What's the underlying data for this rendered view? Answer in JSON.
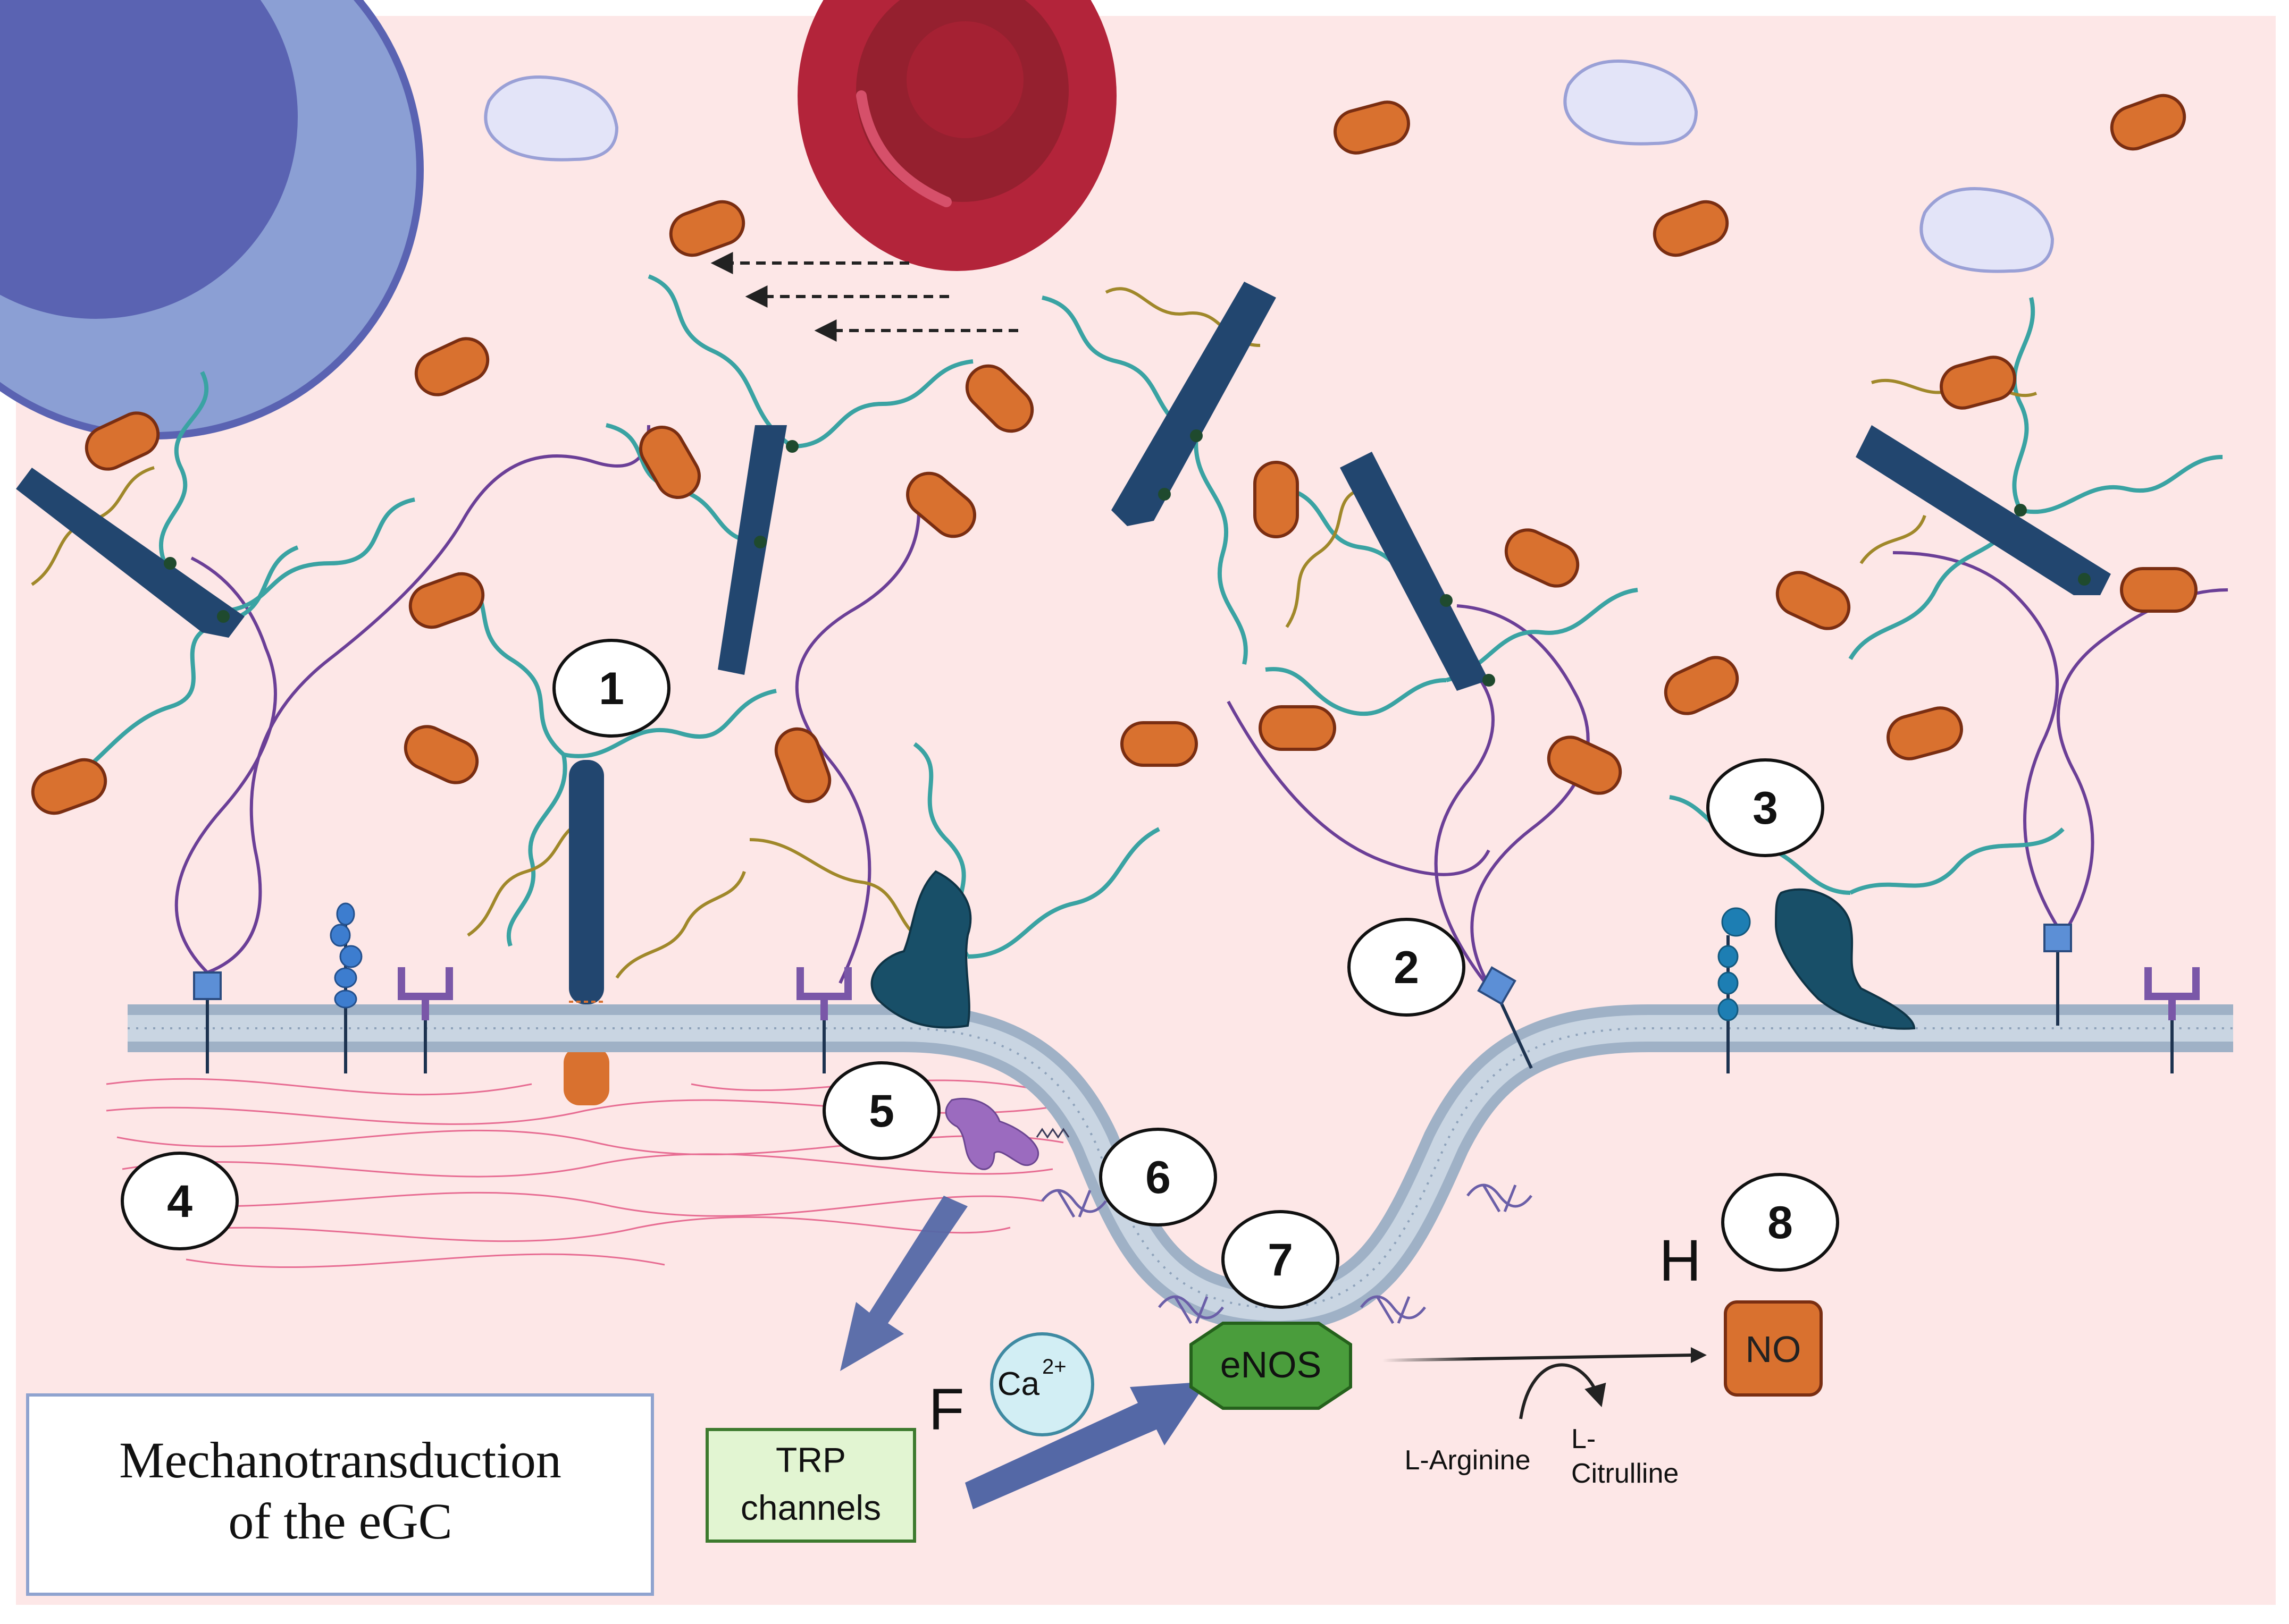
{
  "title_box": {
    "line1": "Mechanotransduction",
    "line2": "of the eGC"
  },
  "markers": [
    "1",
    "2",
    "3",
    "4",
    "5",
    "6",
    "7",
    "8"
  ],
  "letters": {
    "f": "F",
    "h": "H"
  },
  "labels": {
    "trp_line1": "TRP",
    "trp_line2": "channels",
    "ca_base": "Ca",
    "ca_charge": "2+",
    "enos": "eNOS",
    "no": "NO",
    "l_arginine": "L-Arginine",
    "l_citrulline_line1": "L-",
    "l_citrulline_line2": "Citrulline"
  },
  "colors": {
    "background": "#fde7e7",
    "membrane": "#9fb1c6",
    "core_protein": "#22466f",
    "heparan_sulfate": "#3aa3a3",
    "chondroitin_sulfate": "#a0882a",
    "hyaluronan": "#6b3f97",
    "albumin": "#d9712f",
    "enos": "#4a9d3c",
    "no": "#d9712f",
    "trp_box": "#e2f5d2",
    "ca_ion": "#d2eef4",
    "actin": "#e5608a",
    "arrow": "#5468a6",
    "red_blood_cell": "#b3243a",
    "leukocyte": "#8b9fd4"
  }
}
